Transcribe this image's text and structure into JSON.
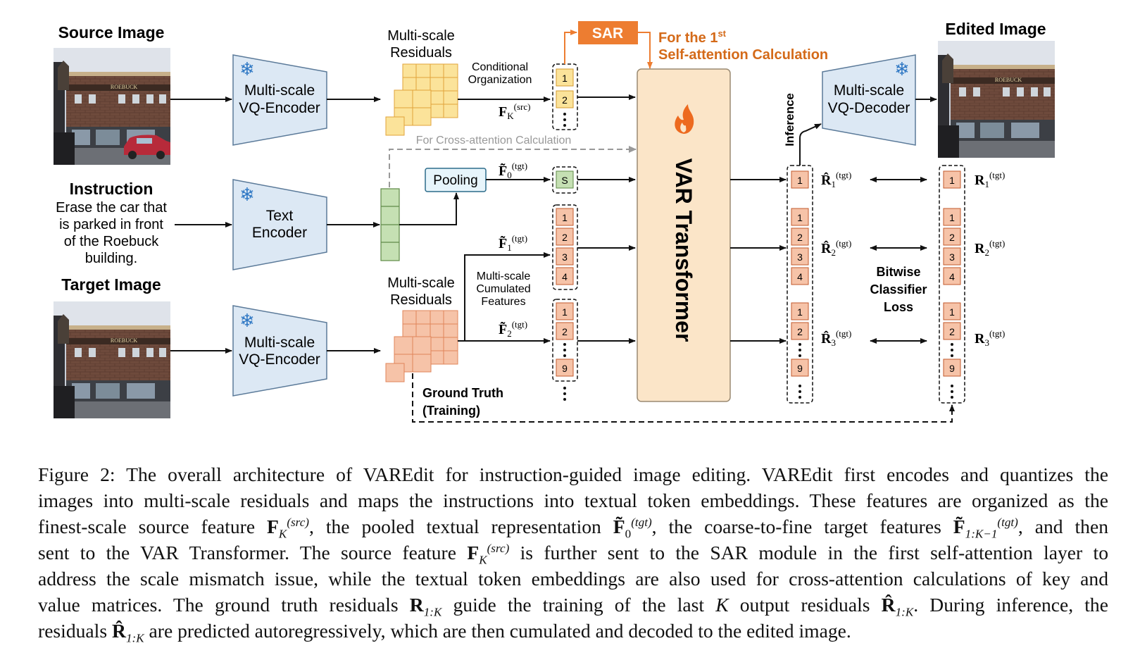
{
  "figure": {
    "source_image_label": "Source Image",
    "target_image_label": "Target Image",
    "edited_image_label": "Edited Image",
    "instruction_title": "Instruction",
    "instruction_lines": [
      "Erase the car that",
      "is parked in front",
      "of the Roebuck",
      "building."
    ],
    "storefront_sign": "ROEBUCK",
    "encoder_top": [
      "Multi-scale",
      "VQ-Encoder"
    ],
    "encoder_text": [
      "Text",
      "Encoder"
    ],
    "encoder_bottom": [
      "Multi-scale",
      "VQ-Encoder"
    ],
    "decoder": [
      "Multi-scale",
      "VQ-Decoder"
    ],
    "residuals_top": [
      "Multi-scale",
      "Residuals"
    ],
    "residuals_bottom": [
      "Multi-scale",
      "Residuals"
    ],
    "conditional_org": [
      "Conditional",
      "Organization"
    ],
    "f_src_label": "F",
    "f_src_sub": "K",
    "f_src_sup": "(src)",
    "sar_label": "SAR",
    "sar_note": [
      "For the 1",
      "st",
      "Self-attention Calculation"
    ],
    "cross_attention_note": "For Cross-attention Calculation",
    "pooling_label": "Pooling",
    "f0_label": "F̃",
    "f0_sub": "0",
    "f1_sub": "1",
    "f2_sub": "2",
    "tgt_sup": "(tgt)",
    "token_s": "S",
    "cumulated_note": [
      "Multi-scale",
      "Cumulated",
      "Features"
    ],
    "transformer_label": "VAR Transformer",
    "inference_label": "Inference",
    "r_hat": "R̂",
    "r_gt": "R",
    "r_subs": [
      "1",
      "2",
      "3"
    ],
    "bitwise_loss": [
      "Bitwise",
      "Classifier",
      "Loss"
    ],
    "ground_truth": [
      "Ground Truth",
      "(Training)"
    ],
    "tokens_src": [
      "1",
      "2"
    ],
    "tokens_f1": [
      "1",
      "2",
      "3",
      "4"
    ],
    "tokens_f2": [
      "1",
      "2",
      "9"
    ],
    "tokens_out1": [
      "1"
    ],
    "tokens_out2": [
      "1",
      "2",
      "3",
      "4"
    ],
    "tokens_out3": [
      "1",
      "2",
      "9"
    ],
    "colors": {
      "encoder_fill": "#dce8f4",
      "encoder_stroke": "#5b7a99",
      "src_residual": "#fbe39a",
      "tgt_residual": "#f6c3a8",
      "text_token": "#c5e0b3",
      "transformer": "#fbe5c8",
      "sar": "#ed7d31",
      "pooling": "#e7f5fb"
    }
  },
  "caption": {
    "line1_prefix": "Figure 2: The overall architecture of VAREdit for instruction-guided image editing. VAREdit first encodes and quantizes the",
    "line2": "images into multi-scale residuals and maps the instructions into textual token embeddings. These features are organized as the",
    "line3_a": "finest-scale source feature ",
    "line3_b": ", the pooled textual representation ",
    "line3_c": ", the coarse-to-fine target features ",
    "line3_d": ", and then",
    "line4_a": "sent to the VAR Transformer. The source feature ",
    "line4_b": " is further sent to the SAR module in the first self-attention layer to",
    "line5": "address the scale mismatch issue, while the textual token embeddings are also used for cross-attention calculations of key and",
    "line6_a": "value matrices. The ground truth residuals ",
    "line6_b": " guide the training of the last ",
    "line6_c": " output residuals ",
    "line6_d": ". During inference, the",
    "line7_a": "residuals ",
    "line7_b": " are predicted autoregressively, which are then cumulated and decoded to the edited image.",
    "sym_F": "F",
    "sym_Ftilde": "F̃",
    "sym_R": "R",
    "sym_Rhat": "R̂",
    "sym_K": "K",
    "sub_K": "K",
    "sub_0": "0",
    "sub_1K1": "1:K−1",
    "sub_1K": "1:K",
    "sup_src": "(src)",
    "sup_tgt": "(tgt)"
  }
}
